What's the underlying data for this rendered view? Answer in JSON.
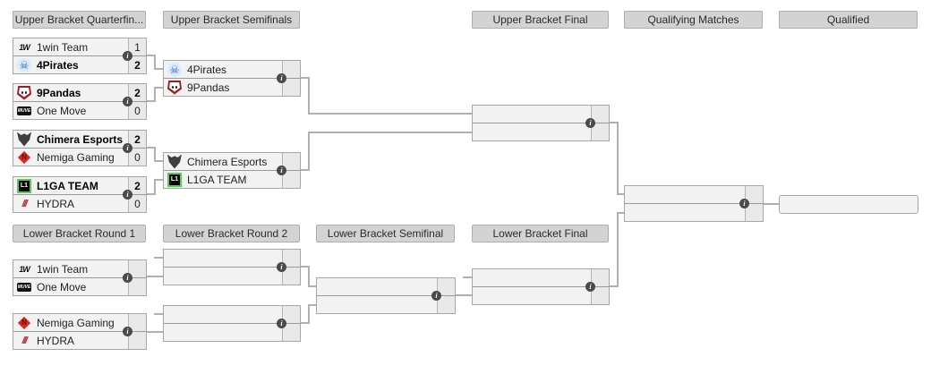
{
  "headers": {
    "ub_quarterfinals": "Upper Bracket Quarterfin...",
    "ub_semifinals": "Upper Bracket Semifinals",
    "ub_final": "Upper Bracket Final",
    "qualifying_matches": "Qualifying Matches",
    "qualified": "Qualified",
    "lb_round1": "Lower Bracket Round 1",
    "lb_round2": "Lower Bracket Round 2",
    "lb_semifinal": "Lower Bracket Semifinal",
    "lb_final": "Lower Bracket Final"
  },
  "matches": {
    "ub_qf1": {
      "teams": [
        {
          "name": "1win Team",
          "score": "1",
          "winner": false,
          "logo": "1win-logo"
        },
        {
          "name": "4Pirates",
          "score": "2",
          "winner": true,
          "logo": "4pirates-logo"
        }
      ]
    },
    "ub_qf2": {
      "teams": [
        {
          "name": "9Pandas",
          "score": "2",
          "winner": true,
          "logo": "9pandas-logo"
        },
        {
          "name": "One Move",
          "score": "0",
          "winner": false,
          "logo": "onemove-logo"
        }
      ]
    },
    "ub_qf3": {
      "teams": [
        {
          "name": "Chimera Esports",
          "score": "2",
          "winner": true,
          "logo": "chimera-logo"
        },
        {
          "name": "Nemiga Gaming",
          "score": "0",
          "winner": false,
          "logo": "nemiga-logo"
        }
      ]
    },
    "ub_qf4": {
      "teams": [
        {
          "name": "L1GA TEAM",
          "score": "2",
          "winner": true,
          "logo": "l1ga-logo"
        },
        {
          "name": "HYDRA",
          "score": "0",
          "winner": false,
          "logo": "hydra-logo"
        }
      ]
    },
    "ub_sf1": {
      "teams": [
        {
          "name": "4Pirates",
          "score": "",
          "winner": false,
          "logo": "4pirates-logo"
        },
        {
          "name": "9Pandas",
          "score": "",
          "winner": false,
          "logo": "9pandas-logo"
        }
      ]
    },
    "ub_sf2": {
      "teams": [
        {
          "name": "Chimera Esports",
          "score": "",
          "winner": false,
          "logo": "chimera-logo"
        },
        {
          "name": "L1GA TEAM",
          "score": "",
          "winner": false,
          "logo": "l1ga-logo"
        }
      ]
    },
    "ub_final": {
      "teams": [
        {
          "name": "",
          "score": ""
        },
        {
          "name": "",
          "score": ""
        }
      ]
    },
    "qualifying": {
      "teams": [
        {
          "name": "",
          "score": ""
        },
        {
          "name": "",
          "score": ""
        }
      ]
    },
    "qualified_slot": {
      "name": ""
    },
    "lb_r1_m1": {
      "teams": [
        {
          "name": "1win Team",
          "score": "",
          "winner": false,
          "logo": "1win-logo"
        },
        {
          "name": "One Move",
          "score": "",
          "winner": false,
          "logo": "onemove-logo"
        }
      ]
    },
    "lb_r1_m2": {
      "teams": [
        {
          "name": "Nemiga Gaming",
          "score": "",
          "winner": false,
          "logo": "nemiga-logo"
        },
        {
          "name": "HYDRA",
          "score": "",
          "winner": false,
          "logo": "hydra-logo"
        }
      ]
    },
    "lb_r2_m1": {
      "teams": [
        {
          "name": "",
          "score": ""
        },
        {
          "name": "",
          "score": ""
        }
      ]
    },
    "lb_r2_m2": {
      "teams": [
        {
          "name": "",
          "score": ""
        },
        {
          "name": "",
          "score": ""
        }
      ]
    },
    "lb_sf": {
      "teams": [
        {
          "name": "",
          "score": ""
        },
        {
          "name": "",
          "score": ""
        }
      ]
    },
    "lb_final": {
      "teams": [
        {
          "name": "",
          "score": ""
        },
        {
          "name": "",
          "score": ""
        }
      ]
    }
  },
  "colors": {
    "header_bg": "#d3d3d3",
    "box_bg": "#f2f2f2",
    "score_bg": "#e9e9e9",
    "border": "#a6a6a6",
    "connector": "#b0b0b0",
    "info_icon": "#4a4a4a"
  }
}
